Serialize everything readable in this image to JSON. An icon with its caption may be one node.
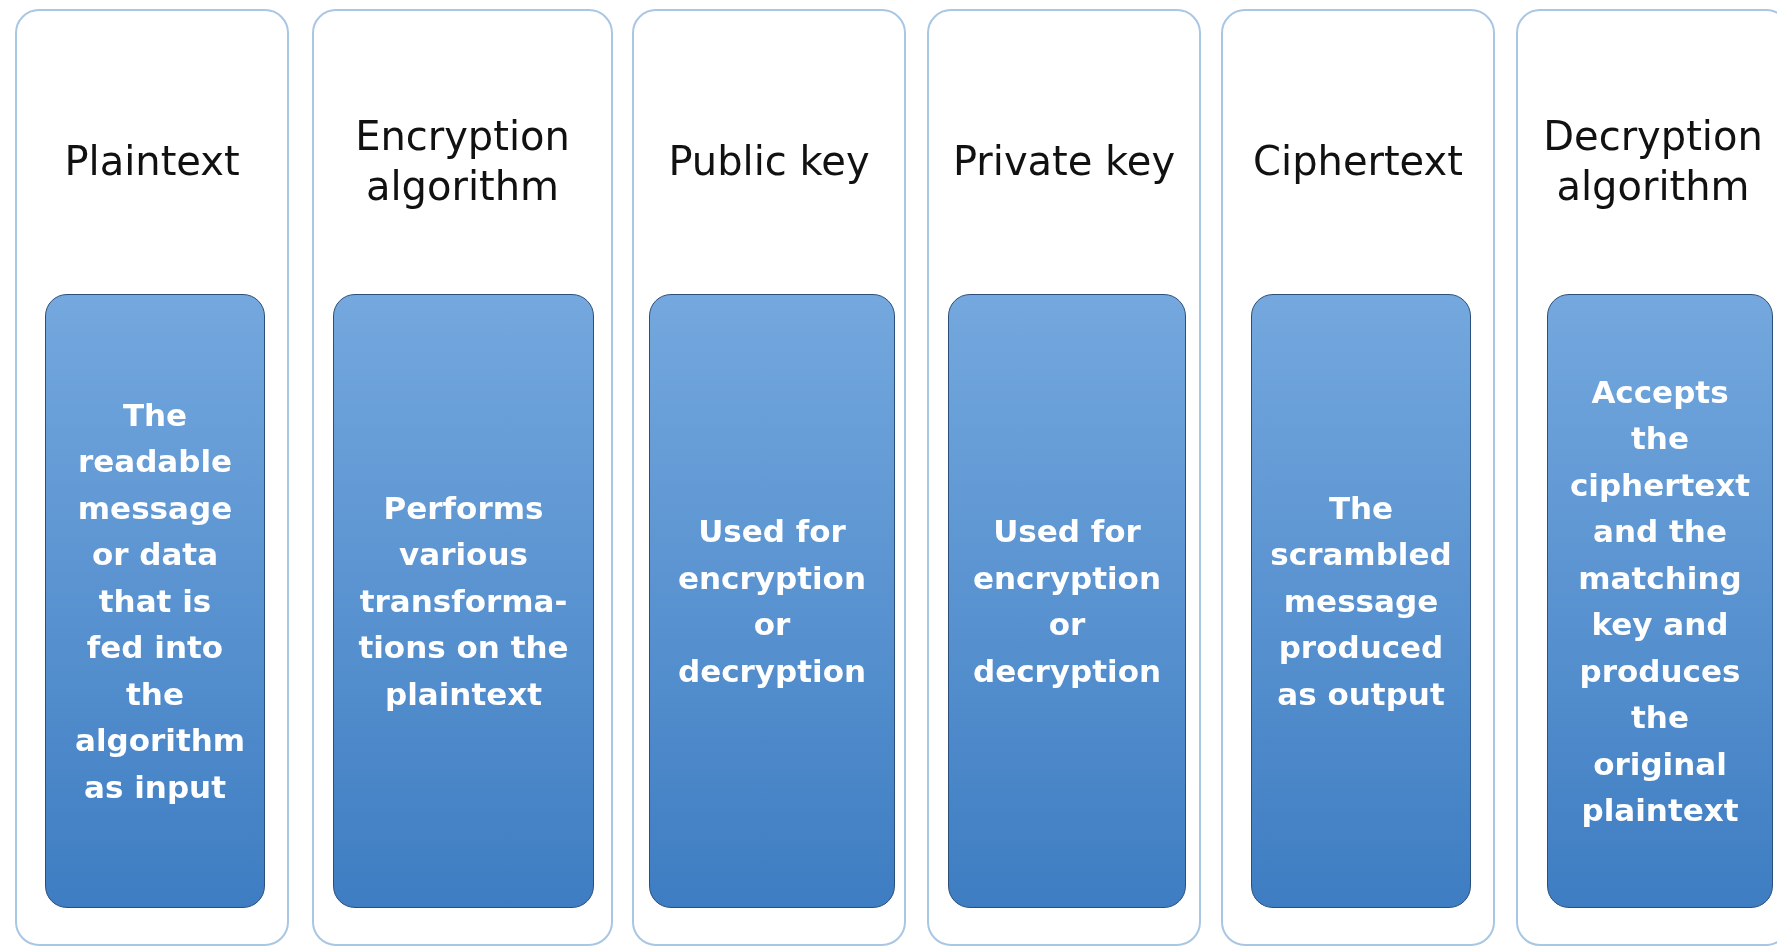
{
  "diagram": {
    "nodes": [
      {
        "text": [
          "Plaintext"
        ]
      },
      {
        "text": [
          "The readable message or data that is fed into the algorithm as input"
        ],
        "in": 0
      },
      {
        "text": [
          "Encryption algorithm"
        ]
      },
      {
        "text": [
          "Performs various transforma- tions on the plaintext"
        ],
        "in": 2
      },
      {
        "text": [
          "Public key"
        ]
      },
      {
        "text": [
          "Used for encryption or decryption"
        ],
        "in": 4
      },
      {
        "text": [
          "Private key"
        ]
      },
      {
        "text": [
          "Used for encryption or decryption"
        ],
        "in": 6
      },
      {
        "text": [
          "Ciphertext"
        ]
      },
      {
        "text": [
          "The scrambled message produced as output"
        ],
        "in": 8
      },
      {
        "text": [
          "Decryption algorithm"
        ]
      },
      {
        "text": [
          "Accepts the ciphertext and the matching key and produces the original plaintext"
        ],
        "in": 10
      }
    ]
  }
}
